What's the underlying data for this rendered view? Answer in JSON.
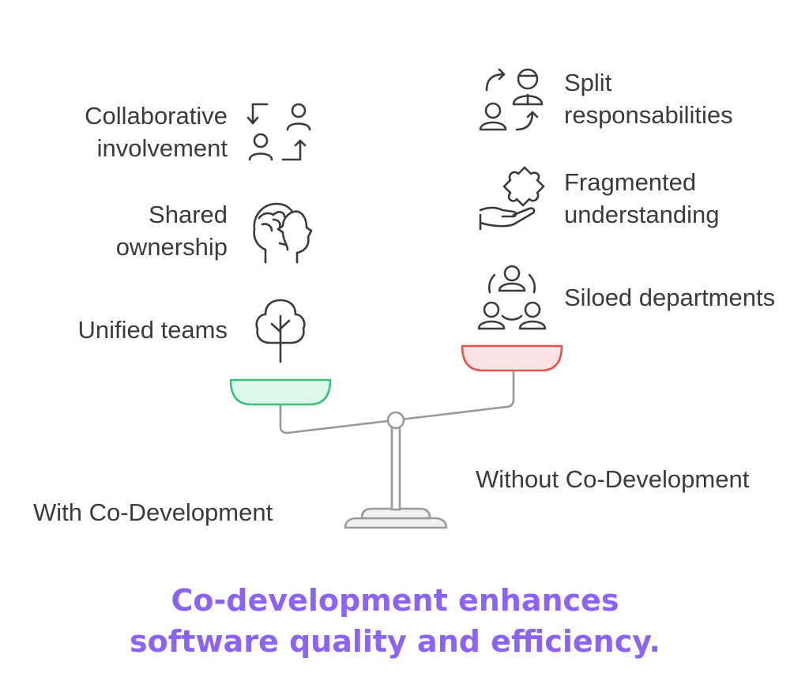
{
  "left_side": {
    "items": [
      {
        "label_line1": "Collaborative",
        "label_line2": "involvement",
        "icon": "collaboration-icon"
      },
      {
        "label_line1": "Shared",
        "label_line2": "ownership",
        "icon": "shared-heads-icon"
      },
      {
        "label_line1": "Unified teams",
        "icon": "tree-icon"
      }
    ],
    "caption": "With Co-Development",
    "pan_color": "#3dbf7b",
    "pan_fill": "#dcf8ea"
  },
  "right_side": {
    "items": [
      {
        "label_line1": "Split",
        "label_line2": "responsabilities",
        "icon": "split-people-icon"
      },
      {
        "label_line1": "Fragmented",
        "label_line2": "understanding",
        "icon": "puzzle-hand-icon"
      },
      {
        "label_line1": "Siloed departments",
        "icon": "group-people-icon"
      }
    ],
    "caption": "Without Co-Development",
    "pan_color": "#e8524a",
    "pan_fill": "#fde4e2"
  },
  "title": {
    "line1": "Co-development enhances",
    "line2": "software quality and efficiency."
  },
  "colors": {
    "title": "#8b63f6",
    "text": "#3b3b3b",
    "scale": "#9a9a9a"
  }
}
